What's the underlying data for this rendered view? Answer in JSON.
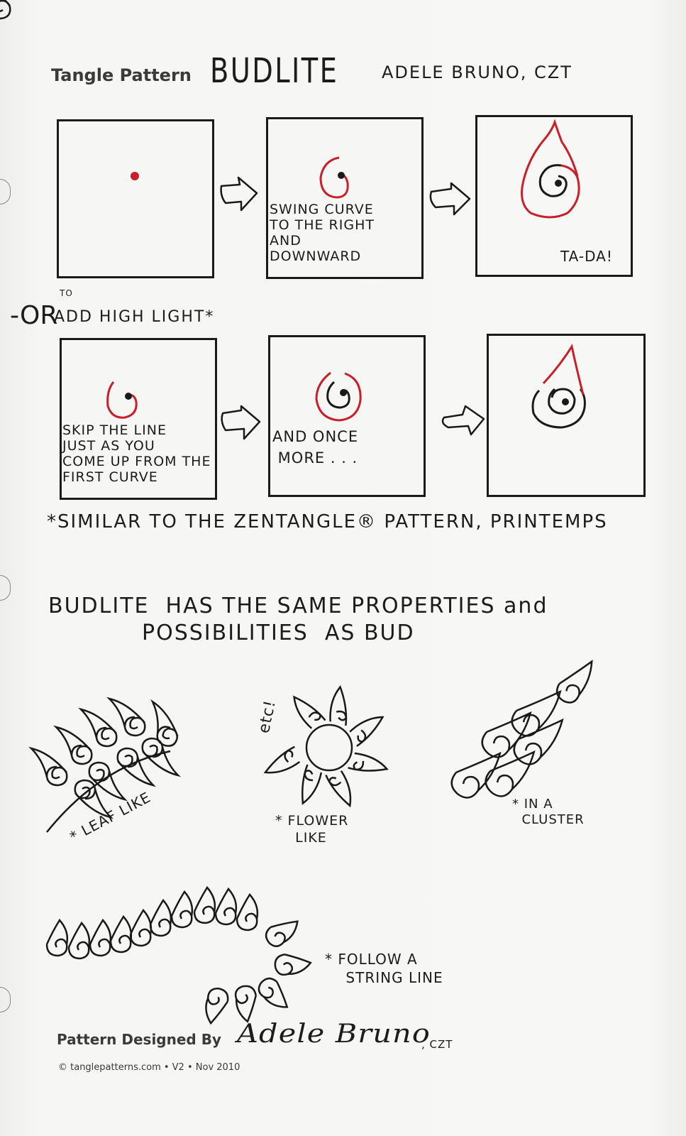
{
  "header": {
    "label": "Tangle Pattern",
    "pattern_name": "BUDLITE",
    "author": "ADELE BRUNO, CZT"
  },
  "row1": {
    "steps": [
      {
        "caption": ""
      },
      {
        "caption": "SWING CURVE\nTO THE RIGHT\nAND\nDOWNWARD"
      },
      {
        "caption": "TA-DA!"
      }
    ]
  },
  "variation": {
    "or_label": "-OR",
    "to_label": "TO",
    "title": "ADD HIGH LIGHT*"
  },
  "row2": {
    "steps": [
      {
        "caption": "SKIP THE LINE\nJUST AS YOU\nCOME UP FROM THE\nFIRST CURVE"
      },
      {
        "caption": "AND ONCE\n MORE . . ."
      },
      {
        "caption": ""
      }
    ]
  },
  "footnote": "*SIMILAR TO THE ZENTANGLE® PATTERN, PRINTEMPS",
  "properties": {
    "line1": "BUDLITE  HAS THE SAME PROPERTIES and",
    "line2": "POSSIBILITIES  AS BUD"
  },
  "examples": {
    "leaf": "* LEAF LIKE",
    "flower_etc": "etc!",
    "flower": "* FLOWER\n    LIKE",
    "cluster": "* IN A\n  CLUSTER",
    "string": "* FOLLOW A\n    STRING LINE"
  },
  "footer": {
    "designed_by": "Pattern Designed By",
    "signature": "Adele Bruno",
    "credential": ", CZT",
    "copyright": "© tanglepatterns.com • V2 • Nov 2010"
  },
  "colors": {
    "ink": "#1a1a1a",
    "red_ink": "#c8202a",
    "paper": "#f6f6f4"
  },
  "icons": [
    "arrow-right-icon",
    "bud-spiral-icon",
    "red-dot-icon"
  ]
}
